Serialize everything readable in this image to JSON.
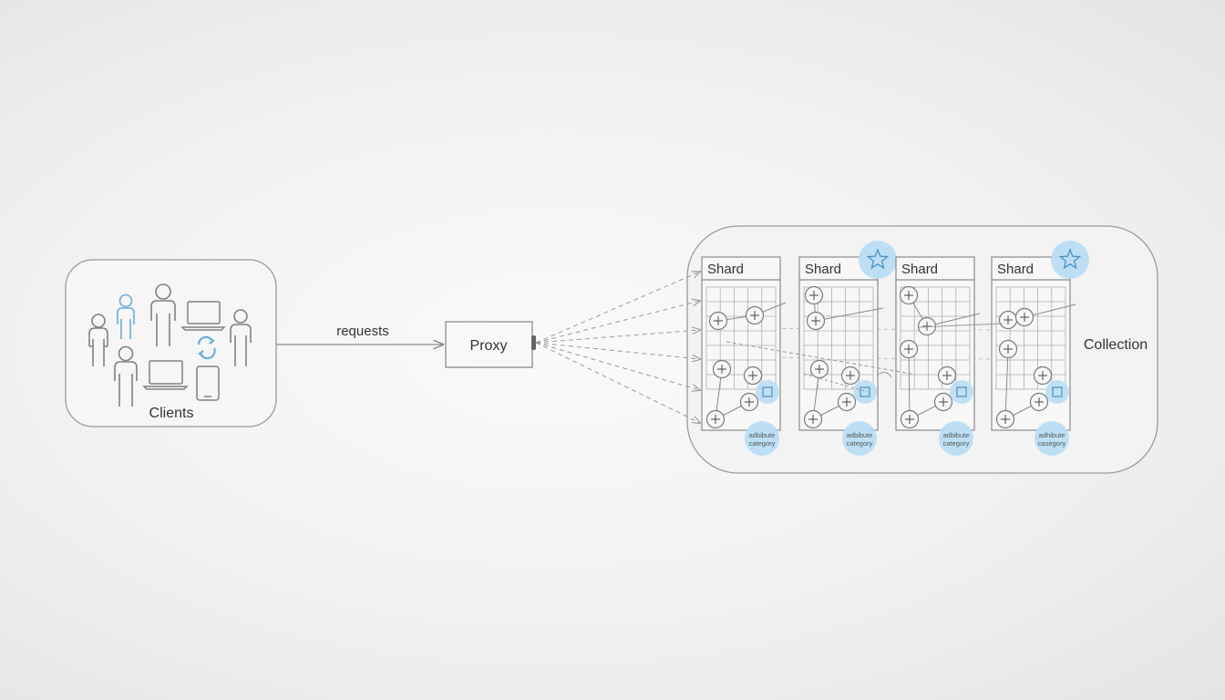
{
  "clients": {
    "label": "Clients"
  },
  "request_edge": {
    "label": "requests"
  },
  "proxy": {
    "label": "Proxy"
  },
  "collection": {
    "label": "Collection"
  },
  "shards": [
    {
      "title": "Shard",
      "tag_line1": "adbibute",
      "tag_line2": "category",
      "has_star": false
    },
    {
      "title": "Shard",
      "tag_line1": "adbibute",
      "tag_line2": "category",
      "has_star": true
    },
    {
      "title": "Shard",
      "tag_line1": "adbibute",
      "tag_line2": "category",
      "has_star": false
    },
    {
      "title": "Shard",
      "tag_line1": "adhibute",
      "tag_line2": "casegory",
      "has_star": true
    }
  ],
  "colors": {
    "line": "#8a8a8a",
    "dashed": "#9a9a9a",
    "accent": "#b9ddf4",
    "accent_stroke": "#7fb9dc",
    "highlight_person": "#6aaedb",
    "panel_fill": "#f6f6f6"
  }
}
